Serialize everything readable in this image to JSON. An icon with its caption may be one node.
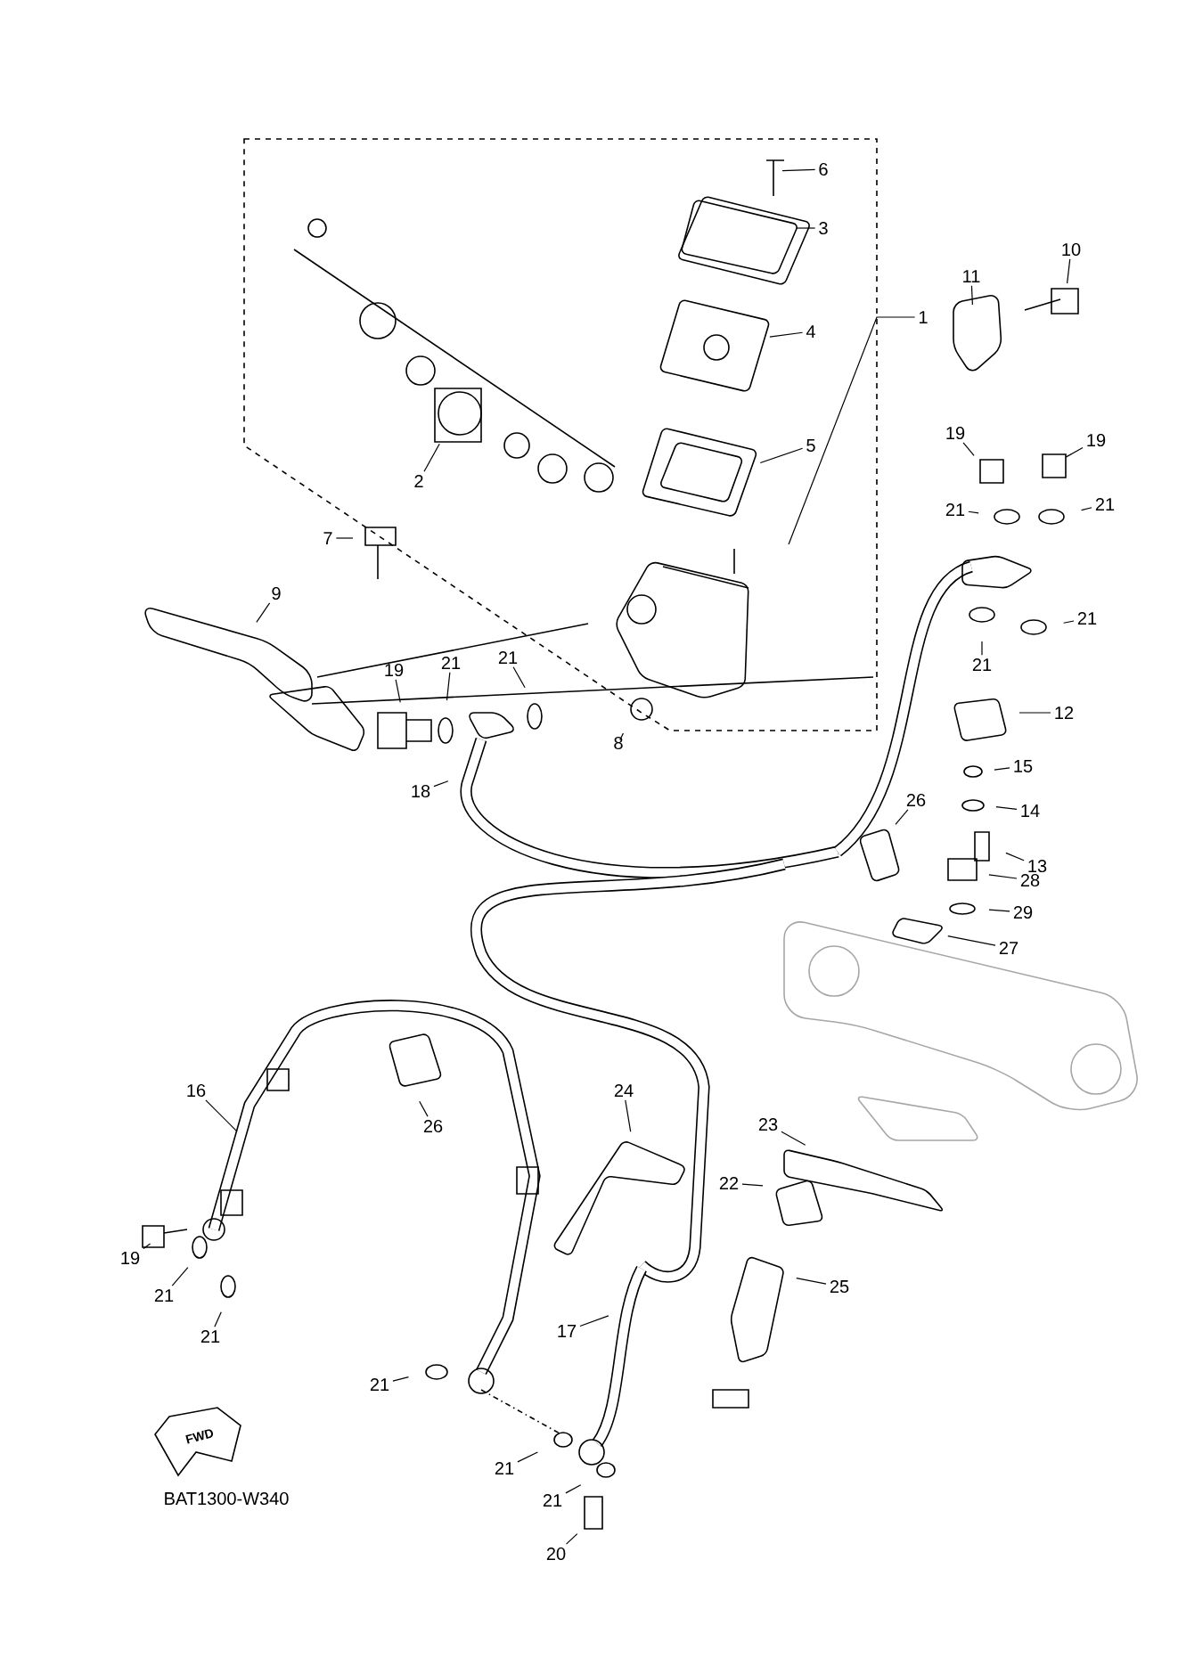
{
  "diagram": {
    "nodes": [
      {
        "text": [
          "6"
        ]
      },
      {
        "text": [
          "3"
        ]
      },
      {
        "text": [
          "10"
        ]
      },
      {
        "text": [
          "11"
        ]
      },
      {
        "text": [
          "1"
        ]
      },
      {
        "text": [
          "4"
        ]
      },
      {
        "text": [
          "19"
        ]
      },
      {
        "text": [
          "19"
        ]
      },
      {
        "text": [
          "5"
        ]
      },
      {
        "text": [
          "2"
        ]
      },
      {
        "text": [
          "21"
        ]
      },
      {
        "text": [
          "21"
        ]
      },
      {
        "text": [
          "7"
        ]
      },
      {
        "text": [
          "9"
        ]
      },
      {
        "text": [
          "21"
        ]
      },
      {
        "text": [
          "21"
        ]
      },
      {
        "text": [
          "21"
        ]
      },
      {
        "text": [
          "21"
        ]
      },
      {
        "text": [
          "19"
        ]
      },
      {
        "text": [
          "12"
        ]
      },
      {
        "text": [
          "8"
        ]
      },
      {
        "text": [
          "15"
        ]
      },
      {
        "text": [
          "18"
        ]
      },
      {
        "text": [
          "26"
        ]
      },
      {
        "text": [
          "14"
        ]
      },
      {
        "text": [
          "13"
        ]
      },
      {
        "text": [
          "28"
        ]
      },
      {
        "text": [
          "29"
        ]
      },
      {
        "text": [
          "27"
        ]
      },
      {
        "text": [
          "16"
        ]
      },
      {
        "text": [
          "24"
        ]
      },
      {
        "text": [
          "23"
        ]
      },
      {
        "text": [
          "26"
        ]
      },
      {
        "text": [
          "22"
        ]
      },
      {
        "text": [
          "19"
        ]
      },
      {
        "text": [
          "21"
        ]
      },
      {
        "text": [
          "25"
        ]
      },
      {
        "text": [
          "21"
        ]
      },
      {
        "text": [
          "17"
        ]
      },
      {
        "text": [
          "21"
        ]
      },
      {
        "text": [
          "21"
        ]
      },
      {
        "text": [
          "21"
        ]
      },
      {
        "text": [
          "20"
        ]
      }
    ],
    "edges": [
      {
        "from": 0,
        "to": null,
        "arrow": "none"
      },
      {
        "from": 1,
        "to": null,
        "arrow": "none"
      },
      {
        "from": 2,
        "to": null,
        "arrow": "none"
      },
      {
        "from": 3,
        "to": null,
        "arrow": "none"
      },
      {
        "from": 4,
        "to": null,
        "arrow": "none"
      },
      {
        "from": 5,
        "to": null,
        "arrow": "none"
      },
      {
        "from": 6,
        "to": null,
        "arrow": "none"
      },
      {
        "from": 7,
        "to": null,
        "arrow": "none"
      },
      {
        "from": 8,
        "to": null,
        "arrow": "none"
      },
      {
        "from": 9,
        "to": null,
        "arrow": "none"
      },
      {
        "from": 10,
        "to": null,
        "arrow": "none"
      },
      {
        "from": 11,
        "to": null,
        "arrow": "none"
      },
      {
        "from": 12,
        "to": null,
        "arrow": "none"
      },
      {
        "from": 13,
        "to": null,
        "arrow": "none"
      },
      {
        "from": 14,
        "to": null,
        "arrow": "none"
      },
      {
        "from": 15,
        "to": null,
        "arrow": "none"
      },
      {
        "from": 16,
        "to": null,
        "arrow": "none"
      },
      {
        "from": 17,
        "to": null,
        "arrow": "none"
      },
      {
        "from": 18,
        "to": null,
        "arrow": "none"
      },
      {
        "from": 19,
        "to": null,
        "arrow": "none"
      },
      {
        "from": 20,
        "to": null,
        "arrow": "none"
      },
      {
        "from": 21,
        "to": null,
        "arrow": "none"
      },
      {
        "from": 22,
        "to": null,
        "arrow": "none"
      },
      {
        "from": 23,
        "to": null,
        "arrow": "none"
      },
      {
        "from": 24,
        "to": null,
        "arrow": "none"
      },
      {
        "from": 25,
        "to": null,
        "arrow": "none"
      },
      {
        "from": 26,
        "to": null,
        "arrow": "none"
      },
      {
        "from": 27,
        "to": null,
        "arrow": "none"
      },
      {
        "from": 28,
        "to": null,
        "arrow": "none"
      },
      {
        "from": 29,
        "to": null,
        "arrow": "none"
      },
      {
        "from": 30,
        "to": null,
        "arrow": "none"
      },
      {
        "from": 31,
        "to": null,
        "arrow": "none"
      },
      {
        "from": 32,
        "to": null,
        "arrow": "none"
      },
      {
        "from": 33,
        "to": null,
        "arrow": "none"
      },
      {
        "from": 34,
        "to": null,
        "arrow": "none"
      },
      {
        "from": 35,
        "to": null,
        "arrow": "none"
      },
      {
        "from": 36,
        "to": null,
        "arrow": "none"
      },
      {
        "from": 37,
        "to": null,
        "arrow": "none"
      },
      {
        "from": 38,
        "to": null,
        "arrow": "none"
      },
      {
        "from": 39,
        "to": null,
        "arrow": "none"
      },
      {
        "from": 40,
        "to": null,
        "arrow": "none"
      },
      {
        "from": 41,
        "to": null,
        "arrow": "none"
      },
      {
        "from": 42,
        "to": null,
        "arrow": "none"
      }
    ],
    "labels": [
      "FWD",
      "BAT1300-W340"
    ]
  }
}
